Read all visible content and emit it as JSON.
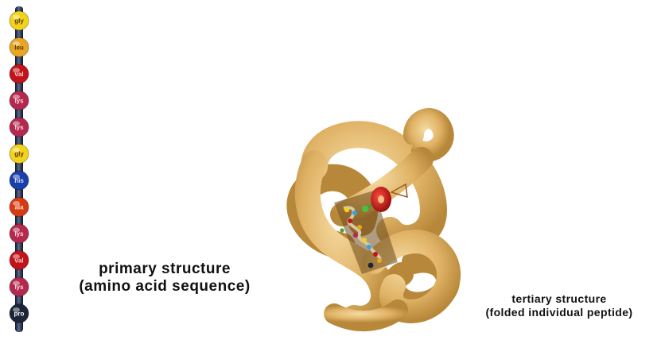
{
  "primary_structure": {
    "label_line1": "primary structure",
    "label_line2": "(amino acid sequence)",
    "residues": [
      {
        "name": "gly",
        "color": "#f2d21a",
        "text_color": "#5a3a00"
      },
      {
        "name": "leu",
        "color": "#e8a526",
        "text_color": "#5a3a00"
      },
      {
        "name": "val",
        "color": "#c0141a",
        "text_color": "#ffd0d0"
      },
      {
        "name": "lys",
        "color": "#b32a4e",
        "text_color": "#ffd8e0"
      },
      {
        "name": "lys",
        "color": "#b32a4e",
        "text_color": "#ffd8e0"
      },
      {
        "name": "gly",
        "color": "#f2d21a",
        "text_color": "#5a3a00"
      },
      {
        "name": "his",
        "color": "#1a3fa8",
        "text_color": "#d8e0ff"
      },
      {
        "name": "ala",
        "color": "#d63a12",
        "text_color": "#ffe0d0"
      },
      {
        "name": "lys",
        "color": "#b32a4e",
        "text_color": "#ffd8e0"
      },
      {
        "name": "val",
        "color": "#c0141a",
        "text_color": "#ffd0d0"
      },
      {
        "name": "lys",
        "color": "#b32a4e",
        "text_color": "#ffd8e0"
      },
      {
        "name": "pro",
        "color": "#1c2438",
        "text_color": "#ffffff"
      }
    ],
    "backbone_color": "#2a3550"
  },
  "tertiary_structure": {
    "label_line1": "tertiary structure",
    "label_line2": "(folded individual peptide)",
    "tube_color": "#e3b76a",
    "tube_shadow": "#b8883a",
    "heme_color": "#c41414"
  }
}
